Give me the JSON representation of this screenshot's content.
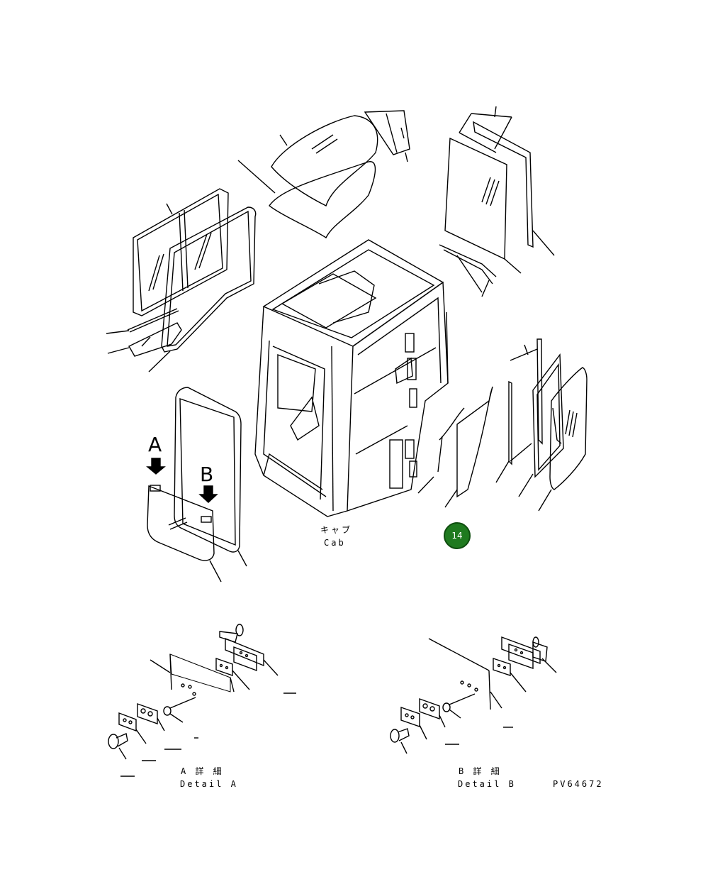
{
  "labels": {
    "cab_jp": "キャブ",
    "cab_en": "Cab",
    "detail_a_jp": "A 詳 細",
    "detail_a_en": "Detail A",
    "detail_b_jp": "B 詳 細",
    "detail_b_en": "Detail B",
    "drawing_number": "PV64672",
    "arrow_a": "A",
    "arrow_b": "B"
  },
  "badge": {
    "number": "14",
    "color": "#1f7a1f"
  },
  "colors": {
    "line": "#000000",
    "background": "#ffffff"
  }
}
